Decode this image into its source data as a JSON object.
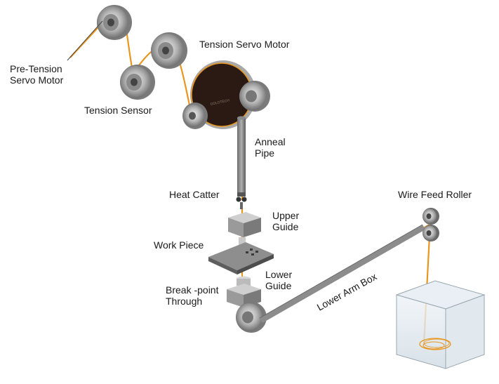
{
  "labels": {
    "pre_tension_line1": "Pre-Tension",
    "pre_tension_line2": "Servo Motor",
    "tension_sensor": "Tension Sensor",
    "tension_servo_motor": "Tension Servo Motor",
    "anneal_line1": "Anneal",
    "anneal_line2": "Pipe",
    "heat_catter": "Heat Catter",
    "upper_guide_line1": "Upper",
    "upper_guide_line2": "Guide",
    "work_piece": "Work Piece",
    "lower_guide_line1": "Lower",
    "lower_guide_line2": "Guide",
    "break_point_line1": "Break -point",
    "break_point_line2": "Through",
    "wire_feed_roller": "Wire Feed Roller",
    "lower_arm_box": "Lower Arm Box"
  },
  "colors": {
    "wire": "#e8961e",
    "pulley_metal": "#9a9a9a",
    "motor_face": "#2b1a14",
    "block_gray": "#8d8d8d"
  }
}
